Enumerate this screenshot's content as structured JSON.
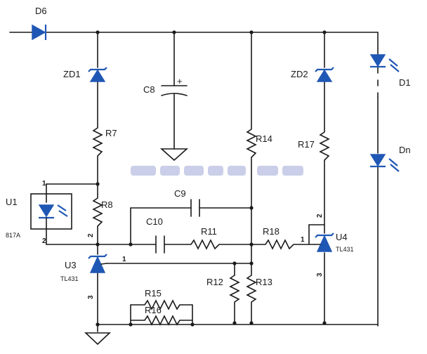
{
  "labels": {
    "D6": "D6",
    "ZD1": "ZD1",
    "C8": "C8",
    "ZD2": "ZD2",
    "D1": "D1",
    "Dn": "Dn",
    "R7": "R7",
    "R14": "R14",
    "R17": "R17",
    "U1": "U1",
    "U1_part": "817A",
    "R8": "R8",
    "C9": "C9",
    "C10": "C10",
    "R11": "R11",
    "R18": "R18",
    "U4": "U4",
    "U4_part": "TL431",
    "U3": "U3",
    "U3_part": "TL431",
    "R12": "R12",
    "R13": "R13",
    "R15": "R15",
    "R16": "R16"
  },
  "pins": {
    "u1_1": "1",
    "u1_2": "2",
    "u3_1": "1",
    "u3_2": "2",
    "u3_3": "3",
    "u4_1": "1",
    "u4_2": "2",
    "u4_3": "3"
  },
  "symbols": {
    "c8_plus": "+"
  }
}
